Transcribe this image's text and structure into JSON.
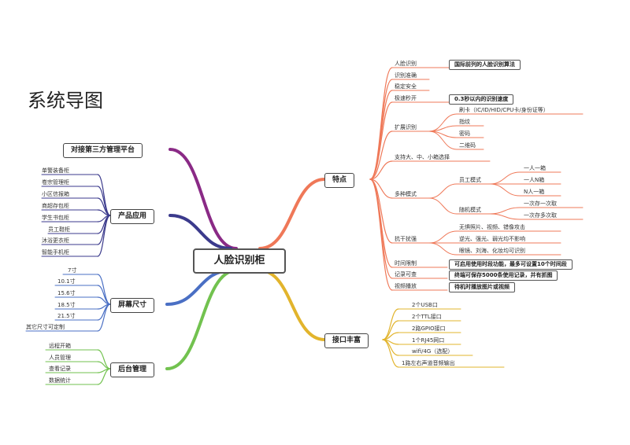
{
  "title": "系统导图",
  "root": "人脸识别柜",
  "colors": {
    "purple": "#8a2a86",
    "navy": "#3b3a8c",
    "blue": "#4a6fc4",
    "green": "#72c24f",
    "orange": "#ef7858",
    "gold": "#e2b42c"
  },
  "left": {
    "third_party": "对接第三方管理平台",
    "products": {
      "label": "产品应用",
      "items": [
        "单警装备柜",
        "卷宗管理柜",
        "小区信报箱",
        "商超存包柜",
        "学生书包柜",
        "员工鞋柜",
        "沐浴更衣柜",
        "智能手机柜"
      ]
    },
    "screens": {
      "label": "屏幕尺寸",
      "items": [
        "7寸",
        "10.1寸",
        "15.6寸",
        "18.5寸",
        "21.5寸",
        "其它尺寸可定制"
      ]
    },
    "backend": {
      "label": "后台管理",
      "items": [
        "远程开箱",
        "人员管理",
        "查看记录",
        "数据统计"
      ]
    }
  },
  "features": {
    "label": "特点",
    "face": "人脸识别",
    "face_note": "国际前列的人脸识别算法",
    "accurate": "识别准确",
    "stable": "稳定安全",
    "fast": "极速秒开",
    "fast_note": "0.3秒以内的识别速度",
    "expand": {
      "label": "扩展识别",
      "items": [
        "刷卡（IC/ID/HID/CPU卡/身份证等）",
        "指纹",
        "密码",
        "二维码"
      ]
    },
    "sizes": "支持大、中、小箱选择",
    "modes": {
      "label": "多种模式",
      "staff": {
        "label": "员工模式",
        "items": [
          "一人一箱",
          "一人N箱",
          "N人一箱"
        ]
      },
      "random": {
        "label": "随机模式",
        "items": [
          "一次存一次取",
          "一次存多次取"
        ]
      }
    },
    "anti": {
      "label": "抗干扰强",
      "items": [
        "无惧照片、视频、错像攻击",
        "逆光、强光、弱光均不影响",
        "眼镜、刘海、化妆均可识别"
      ]
    },
    "time": "时间限制",
    "time_note": "可启用使用时段功能，最多可设置10个时间段",
    "record": "记录可查",
    "record_note": "终端可保存5000条使用记录，并有抓图",
    "video": "视频播放",
    "video_note": "待机时播放图片或视频"
  },
  "interfaces": {
    "label": "接口丰富",
    "items": [
      "2个USB口",
      "2个TTL接口",
      "2路GPIO接口",
      "1个RJ45网口",
      "wifi/4G（选配）",
      "1路左右声道音频输出"
    ]
  }
}
